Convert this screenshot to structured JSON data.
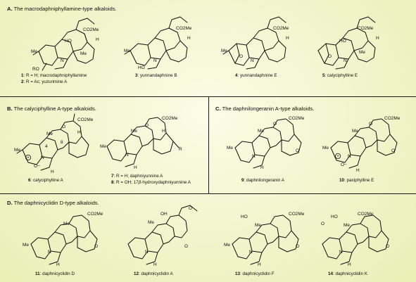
{
  "sections": {
    "A": {
      "letter": "A.",
      "title": "The macrodaphniphyllamine-type alkaloids."
    },
    "B": {
      "letter": "B.",
      "title": "The calyciphylline A-type alkaloids."
    },
    "C": {
      "letter": "C.",
      "title": "The daphnilongeranin A-type alkaloids."
    },
    "D": {
      "letter": "D.",
      "title": "The daphnicyclidin D-type alkaloids."
    }
  },
  "compounds": {
    "c1": {
      "num": "1",
      "text": ": R = H; macrodaphniphyllamine"
    },
    "c2": {
      "num": "2",
      "text": ": R = Ac; yuzurimine A"
    },
    "c3": {
      "num": "3",
      "text": ": yunnandaphnine B"
    },
    "c4": {
      "num": "4",
      "text": ": yunnandaphnine E"
    },
    "c5": {
      "num": "5",
      "text": ": calyciphylline E"
    },
    "c6": {
      "num": "6",
      "text": ": calyciphylline A"
    },
    "c7": {
      "num": "7",
      "text": ": R = H; daphniyunnine A"
    },
    "c8": {
      "num": "8",
      "text": ": R = OH; 17",
      "beta": "β",
      "tail": "-hydroxydaphniyunnine A"
    },
    "c9": {
      "num": "9",
      "text": ": daphnilongeranin A"
    },
    "c10": {
      "num": "10",
      "text": ": paxiphylline E"
    },
    "c11": {
      "num": "11",
      "text": ": daphnicyclidin D"
    },
    "c12": {
      "num": "12",
      "text": ": daphnicyclidin A"
    },
    "c13": {
      "num": "13",
      "text": ": daphnicyclidin F"
    },
    "c14": {
      "num": "14",
      "text": ": daphnicyclidin K"
    }
  },
  "atoms": {
    "co2me": "CO2Me",
    "me": "Me",
    "ho": "HO",
    "oh": "OH",
    "h": "H",
    "n": "N",
    "o": "O",
    "r": "R",
    "ro": "RO",
    "n4": "4",
    "n8": "8",
    "plus": "+",
    "ominus": "O−"
  },
  "colors": {
    "background": "#f3f6cf",
    "ink": "#111111"
  }
}
